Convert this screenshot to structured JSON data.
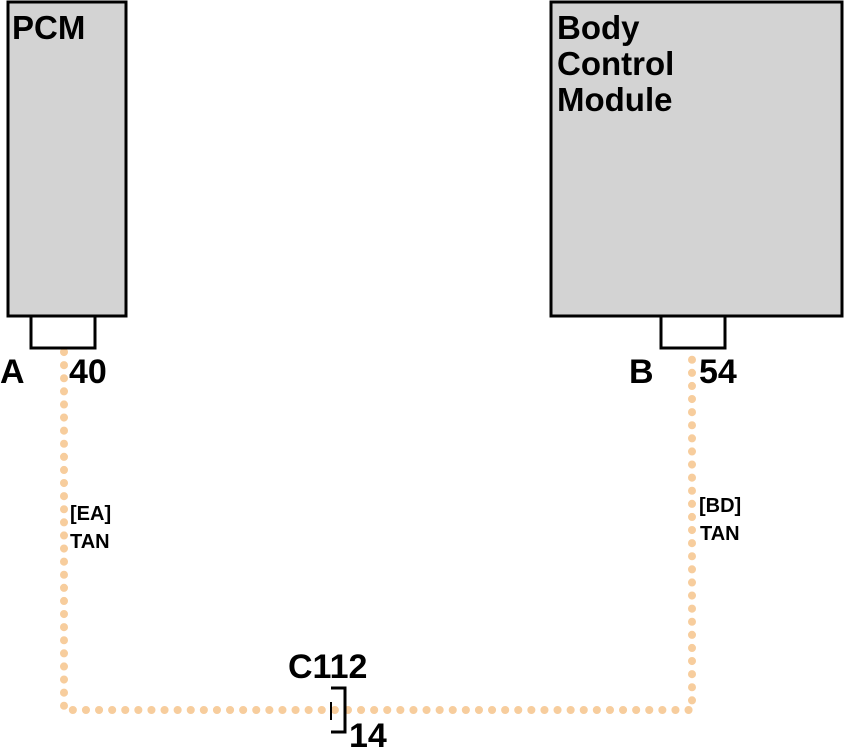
{
  "colors": {
    "wire": "#f7cd9d",
    "module_fill": "#d3d3d3",
    "outline": "#000000",
    "background": "#ffffff"
  },
  "pcm": {
    "title": "PCM",
    "connector": "A",
    "pin": "40",
    "wire_code": "[EA]",
    "wire_color": "TAN"
  },
  "bcm": {
    "title_lines": [
      "Body",
      "Control",
      "Module"
    ],
    "connector": "B",
    "pin": "54",
    "wire_code": "[BD]",
    "wire_color": "TAN"
  },
  "splice": {
    "name": "C112",
    "pin": "14"
  }
}
